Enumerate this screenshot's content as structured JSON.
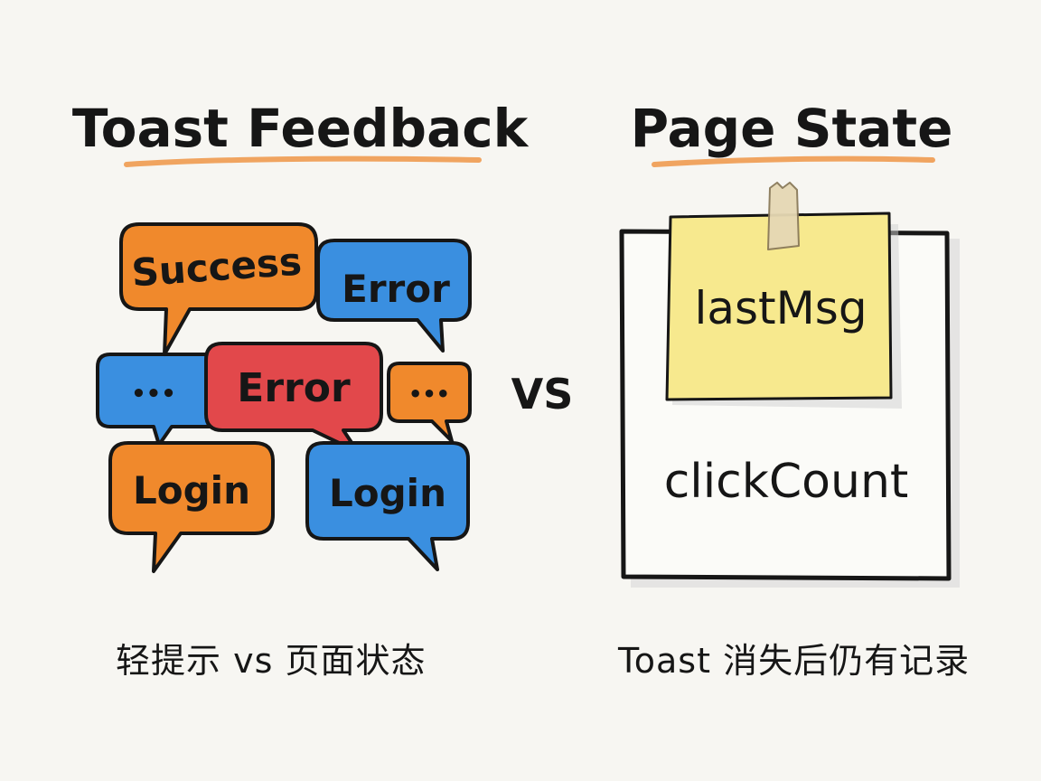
{
  "left_panel": {
    "title": "Toast Feedback",
    "bubbles": [
      {
        "label": "Success",
        "color": "#f0892c"
      },
      {
        "label": "Error",
        "color": "#3a8fe0"
      },
      {
        "label": "•••",
        "color": "#3a8fe0"
      },
      {
        "label": "Error",
        "color": "#e2484b"
      },
      {
        "label": "•••",
        "color": "#f0892c"
      },
      {
        "label": "Login",
        "color": "#f0892c"
      },
      {
        "label": "Login",
        "color": "#3a8fe0"
      }
    ],
    "caption": "轻提示 vs 页面状态"
  },
  "vs_label": "VS",
  "right_panel": {
    "title": "Page State",
    "sticky_note_label": "lastMsg",
    "board_label": "clickCount",
    "caption": "Toast 消失后仍有记录"
  },
  "colors": {
    "orange": "#f0892c",
    "blue": "#3a8fe0",
    "red": "#e2484b",
    "sticky_note": "#f7e98e",
    "underline": "#f0a460",
    "ink": "#161616"
  }
}
